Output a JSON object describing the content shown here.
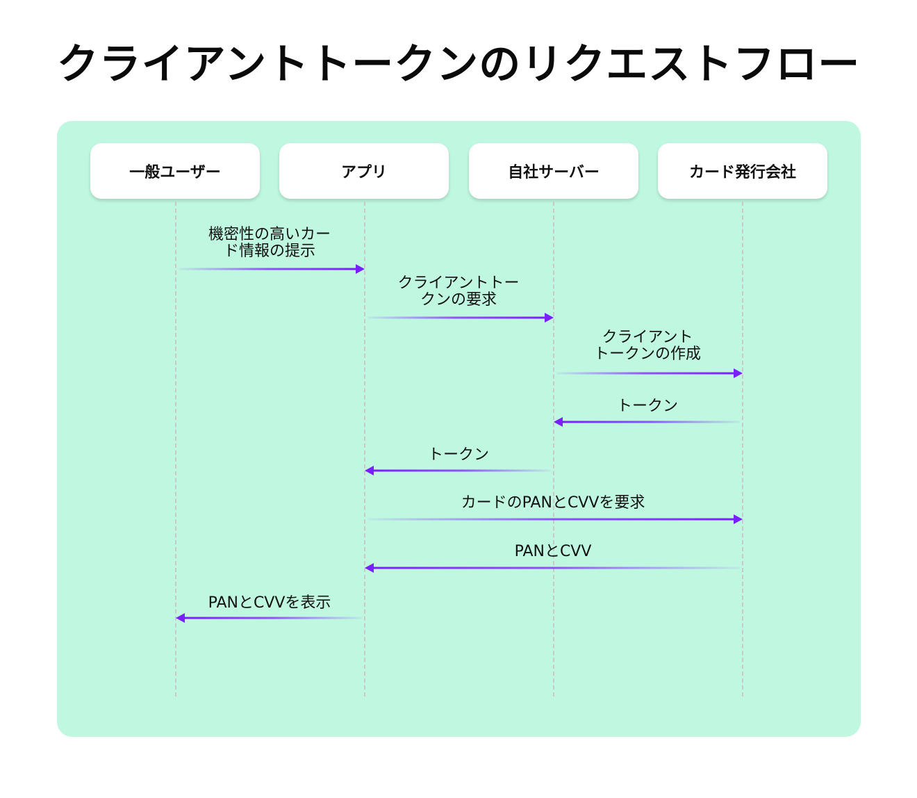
{
  "title": "クライアントトークンのリクエストフロー",
  "colors": {
    "panel": "#bff7e0",
    "arrow": "#7a1fff",
    "lifeline": "#c8c8c8"
  },
  "actors": [
    {
      "label": "一般ユーザー"
    },
    {
      "label": "アプリ"
    },
    {
      "label": "自社サーバー"
    },
    {
      "label": "カード発行会社"
    }
  ],
  "messages": [
    {
      "from": 0,
      "to": 1,
      "label_lines": [
        "機密性の高いカー",
        "ド情報の提示"
      ]
    },
    {
      "from": 1,
      "to": 2,
      "label_lines": [
        "クライアントトー",
        "クンの要求"
      ]
    },
    {
      "from": 2,
      "to": 3,
      "label_lines": [
        "クライアント",
        "トークンの作成"
      ]
    },
    {
      "from": 3,
      "to": 2,
      "label_lines": [
        "トークン"
      ]
    },
    {
      "from": 2,
      "to": 1,
      "label_lines": [
        "トークン"
      ]
    },
    {
      "from": 1,
      "to": 3,
      "label_lines": [
        "カードのPANとCVVを要求"
      ]
    },
    {
      "from": 3,
      "to": 1,
      "label_lines": [
        "PANとCVV"
      ]
    },
    {
      "from": 1,
      "to": 0,
      "label_lines": [
        "PANとCVVを表示"
      ]
    }
  ]
}
